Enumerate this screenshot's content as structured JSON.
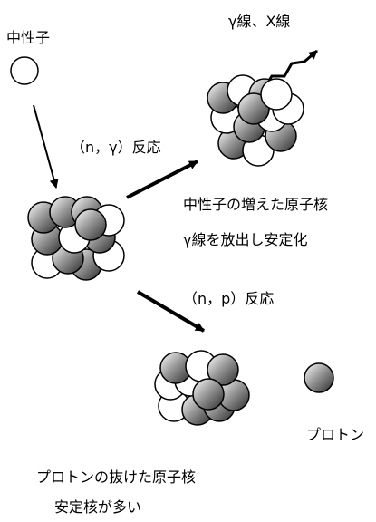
{
  "labels": {
    "neutron": "中性子",
    "gamma_xray": "γ線、X線",
    "n_gamma_reaction": "（n，γ）反応",
    "neutron_rich_nucleus": "中性子の増えた原子核",
    "gamma_emit_stabilize": "γ線を放出し安定化",
    "n_p_reaction": "（n，p）反応",
    "proton": "プロトン",
    "proton_removed_nucleus": "プロトンの抜けた原子核",
    "many_stable": "安定核が多い"
  },
  "colors": {
    "nucleon_light": "#ffffff",
    "nucleon_dark": "#2a2a2a",
    "line": "#000000"
  }
}
